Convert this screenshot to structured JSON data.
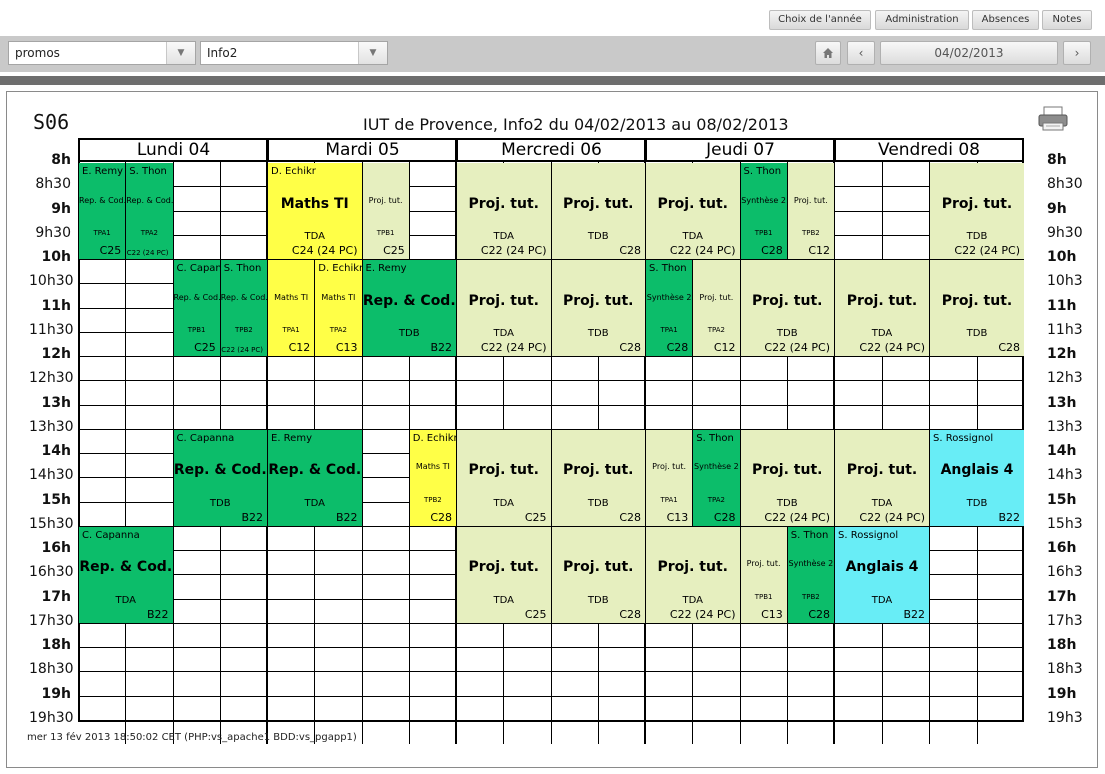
{
  "top_nav": [
    "Choix de l'année",
    "Administration",
    "Absences",
    "Notes"
  ],
  "toolbar": {
    "select1": "promos",
    "select2": "Info2",
    "home_icon": "home-icon",
    "prev_icon": "chevron-left-icon",
    "date": "04/02/2013",
    "next_icon": "chevron-right-icon"
  },
  "timetable": {
    "week": "S06",
    "title": "IUT de Provence, Info2 du 04/02/2013 au 08/02/2013",
    "days": [
      "Lundi 04",
      "Mardi 05",
      "Mercredi 06",
      "Jeudi 07",
      "Vendredi 08"
    ],
    "times_left": [
      "8h",
      "8h30",
      "9h",
      "9h30",
      "10h",
      "10h30",
      "11h",
      "11h30",
      "12h",
      "12h30",
      "13h",
      "13h30",
      "14h",
      "14h30",
      "15h",
      "15h30",
      "16h",
      "16h30",
      "17h",
      "17h30",
      "18h",
      "18h30",
      "19h",
      "19h30"
    ],
    "times_right": [
      "8h",
      "8h30",
      "9h",
      "9h30",
      "10h",
      "10h3",
      "11h",
      "11h3",
      "12h",
      "12h3",
      "13h",
      "13h3",
      "14h",
      "14h3",
      "15h",
      "15h3",
      "16h",
      "16h3",
      "17h",
      "17h3",
      "18h",
      "18h3",
      "19h",
      "19h3"
    ],
    "colors": {
      "dark_green": "#0cbd6a",
      "light_green": "#e6efbf",
      "yellow": "#ffff47",
      "cyan": "#68edf6"
    },
    "events": [
      {
        "day": 0,
        "col": 0,
        "span": 1,
        "start": 0,
        "end": 4,
        "color": "dg",
        "teacher": "E. Remy",
        "subject": "Rep. & Cod.",
        "group": "TPA1",
        "room": "C25",
        "small": true
      },
      {
        "day": 0,
        "col": 1,
        "span": 1,
        "start": 0,
        "end": 4,
        "color": "dg",
        "teacher": "S. Thon",
        "subject": "Rep. & Cod.",
        "group": "TPA2",
        "room": "C22 (24 PC)",
        "small": true
      },
      {
        "day": 0,
        "col": 2,
        "span": 1,
        "start": 4,
        "end": 8,
        "color": "dg",
        "teacher": "C. Capanna",
        "subject": "Rep. & Cod.",
        "group": "TPB1",
        "room": "C25",
        "small": true
      },
      {
        "day": 0,
        "col": 3,
        "span": 1,
        "start": 4,
        "end": 8,
        "color": "dg",
        "teacher": "S. Thon",
        "subject": "Rep. & Cod.",
        "group": "TPB2",
        "room": "C22 (24 PC)",
        "small": true
      },
      {
        "day": 0,
        "col": 2,
        "span": 2,
        "start": 11,
        "end": 15,
        "color": "dg",
        "teacher": "C. Capanna",
        "subject": "Rep. & Cod.",
        "group": "TDB",
        "room": "B22",
        "small": false
      },
      {
        "day": 0,
        "col": 0,
        "span": 2,
        "start": 15,
        "end": 19,
        "color": "dg",
        "teacher": "C. Capanna",
        "subject": "Rep. & Cod.",
        "group": "TDA",
        "room": "B22",
        "small": false
      },
      {
        "day": 1,
        "col": 0,
        "span": 2,
        "start": 0,
        "end": 4,
        "color": "yl",
        "teacher": "D. Echikr",
        "subject": "Maths TI",
        "group": "TDA",
        "room": "C24 (24 PC)",
        "small": false
      },
      {
        "day": 1,
        "col": 2,
        "span": 1,
        "start": 0,
        "end": 4,
        "color": "ly",
        "teacher": "",
        "subject": "Proj. tut.",
        "group": "TPB1",
        "room": "C25",
        "small": true
      },
      {
        "day": 1,
        "col": 0,
        "span": 1,
        "start": 4,
        "end": 8,
        "color": "yl",
        "teacher": "",
        "subject": "Maths TI",
        "group": "TPA1",
        "room": "C12",
        "small": true
      },
      {
        "day": 1,
        "col": 1,
        "span": 1,
        "start": 4,
        "end": 8,
        "color": "yl",
        "teacher": "D. Echikr",
        "subject": "Maths TI",
        "group": "TPA2",
        "room": "C13",
        "small": true
      },
      {
        "day": 1,
        "col": 2,
        "span": 2,
        "start": 4,
        "end": 8,
        "color": "dg",
        "teacher": "E. Remy",
        "subject": "Rep. & Cod.",
        "group": "TDB",
        "room": "B22",
        "small": false
      },
      {
        "day": 1,
        "col": 0,
        "span": 2,
        "start": 11,
        "end": 15,
        "color": "dg",
        "teacher": "E. Remy",
        "subject": "Rep. & Cod.",
        "group": "TDA",
        "room": "B22",
        "small": false
      },
      {
        "day": 1,
        "col": 3,
        "span": 1,
        "start": 11,
        "end": 15,
        "color": "yl",
        "teacher": "D. Echikr",
        "subject": "Maths TI",
        "group": "TPB2",
        "room": "C28",
        "small": true
      },
      {
        "day": 2,
        "col": 0,
        "span": 2,
        "start": 0,
        "end": 4,
        "color": "ly",
        "teacher": "",
        "subject": "Proj. tut.",
        "group": "TDA",
        "room": "C22 (24 PC)",
        "small": false
      },
      {
        "day": 2,
        "col": 2,
        "span": 2,
        "start": 0,
        "end": 4,
        "color": "ly",
        "teacher": "",
        "subject": "Proj. tut.",
        "group": "TDB",
        "room": "C28",
        "small": false
      },
      {
        "day": 2,
        "col": 0,
        "span": 2,
        "start": 4,
        "end": 8,
        "color": "ly",
        "teacher": "",
        "subject": "Proj. tut.",
        "group": "TDA",
        "room": "C22 (24 PC)",
        "small": false
      },
      {
        "day": 2,
        "col": 2,
        "span": 2,
        "start": 4,
        "end": 8,
        "color": "ly",
        "teacher": "",
        "subject": "Proj. tut.",
        "group": "TDB",
        "room": "C28",
        "small": false
      },
      {
        "day": 2,
        "col": 0,
        "span": 2,
        "start": 11,
        "end": 15,
        "color": "ly",
        "teacher": "",
        "subject": "Proj. tut.",
        "group": "TDA",
        "room": "C25",
        "small": false
      },
      {
        "day": 2,
        "col": 2,
        "span": 2,
        "start": 11,
        "end": 15,
        "color": "ly",
        "teacher": "",
        "subject": "Proj. tut.",
        "group": "TDB",
        "room": "C28",
        "small": false
      },
      {
        "day": 2,
        "col": 0,
        "span": 2,
        "start": 15,
        "end": 19,
        "color": "ly",
        "teacher": "",
        "subject": "Proj. tut.",
        "group": "TDA",
        "room": "C25",
        "small": false
      },
      {
        "day": 2,
        "col": 2,
        "span": 2,
        "start": 15,
        "end": 19,
        "color": "ly",
        "teacher": "",
        "subject": "Proj. tut.",
        "group": "TDB",
        "room": "C28",
        "small": false
      },
      {
        "day": 3,
        "col": 0,
        "span": 2,
        "start": 0,
        "end": 4,
        "color": "ly",
        "teacher": "",
        "subject": "Proj. tut.",
        "group": "TDA",
        "room": "C22 (24 PC)",
        "small": false
      },
      {
        "day": 3,
        "col": 2,
        "span": 1,
        "start": 0,
        "end": 4,
        "color": "dg",
        "teacher": "S. Thon",
        "subject": "Synthèse 2",
        "group": "TPB1",
        "room": "C28",
        "small": true
      },
      {
        "day": 3,
        "col": 3,
        "span": 1,
        "start": 0,
        "end": 4,
        "color": "ly",
        "teacher": "",
        "subject": "Proj. tut.",
        "group": "TPB2",
        "room": "C12",
        "small": true
      },
      {
        "day": 3,
        "col": 0,
        "span": 1,
        "start": 4,
        "end": 8,
        "color": "dg",
        "teacher": "S. Thon",
        "subject": "Synthèse 2",
        "group": "TPA1",
        "room": "C28",
        "small": true
      },
      {
        "day": 3,
        "col": 1,
        "span": 1,
        "start": 4,
        "end": 8,
        "color": "ly",
        "teacher": "",
        "subject": "Proj. tut.",
        "group": "TPA2",
        "room": "C12",
        "small": true
      },
      {
        "day": 3,
        "col": 2,
        "span": 2,
        "start": 4,
        "end": 8,
        "color": "ly",
        "teacher": "",
        "subject": "Proj. tut.",
        "group": "TDB",
        "room": "C22 (24 PC)",
        "small": false
      },
      {
        "day": 3,
        "col": 0,
        "span": 1,
        "start": 11,
        "end": 15,
        "color": "ly",
        "teacher": "",
        "subject": "Proj. tut.",
        "group": "TPA1",
        "room": "C13",
        "small": true
      },
      {
        "day": 3,
        "col": 1,
        "span": 1,
        "start": 11,
        "end": 15,
        "color": "dg",
        "teacher": "S. Thon",
        "subject": "Synthèse 2",
        "group": "TPA2",
        "room": "C28",
        "small": true
      },
      {
        "day": 3,
        "col": 2,
        "span": 2,
        "start": 11,
        "end": 15,
        "color": "ly",
        "teacher": "",
        "subject": "Proj. tut.",
        "group": "TDB",
        "room": "C22 (24 PC)",
        "small": false
      },
      {
        "day": 3,
        "col": 0,
        "span": 2,
        "start": 15,
        "end": 19,
        "color": "ly",
        "teacher": "",
        "subject": "Proj. tut.",
        "group": "TDA",
        "room": "C22 (24 PC)",
        "small": false
      },
      {
        "day": 3,
        "col": 2,
        "span": 1,
        "start": 15,
        "end": 19,
        "color": "ly",
        "teacher": "",
        "subject": "Proj. tut.",
        "group": "TPB1",
        "room": "C13",
        "small": true
      },
      {
        "day": 3,
        "col": 3,
        "span": 1,
        "start": 15,
        "end": 19,
        "color": "dg",
        "teacher": "S. Thon",
        "subject": "Synthèse 2",
        "group": "TPB2",
        "room": "C28",
        "small": true
      },
      {
        "day": 4,
        "col": 2,
        "span": 2,
        "start": 0,
        "end": 4,
        "color": "ly",
        "teacher": "",
        "subject": "Proj. tut.",
        "group": "TDB",
        "room": "C22 (24 PC)",
        "small": false
      },
      {
        "day": 4,
        "col": 0,
        "span": 2,
        "start": 4,
        "end": 8,
        "color": "ly",
        "teacher": "",
        "subject": "Proj. tut.",
        "group": "TDA",
        "room": "C22 (24 PC)",
        "small": false
      },
      {
        "day": 4,
        "col": 2,
        "span": 2,
        "start": 4,
        "end": 8,
        "color": "ly",
        "teacher": "",
        "subject": "Proj. tut.",
        "group": "TDB",
        "room": "C28",
        "small": false
      },
      {
        "day": 4,
        "col": 0,
        "span": 2,
        "start": 11,
        "end": 15,
        "color": "ly",
        "teacher": "",
        "subject": "Proj. tut.",
        "group": "TDA",
        "room": "C22 (24 PC)",
        "small": false
      },
      {
        "day": 4,
        "col": 2,
        "span": 2,
        "start": 11,
        "end": 15,
        "color": "cy",
        "teacher": "S. Rossignol",
        "subject": "Anglais 4",
        "group": "TDB",
        "room": "B22",
        "small": false
      },
      {
        "day": 4,
        "col": 0,
        "span": 2,
        "start": 15,
        "end": 19,
        "color": "cy",
        "teacher": "S. Rossignol",
        "subject": "Anglais 4",
        "group": "TDA",
        "room": "B22",
        "small": false
      }
    ]
  },
  "footer": "mer 13 fév 2013 18:50:02 CET (PHP:vs_apache1 BDD:vs_pgapp1)"
}
